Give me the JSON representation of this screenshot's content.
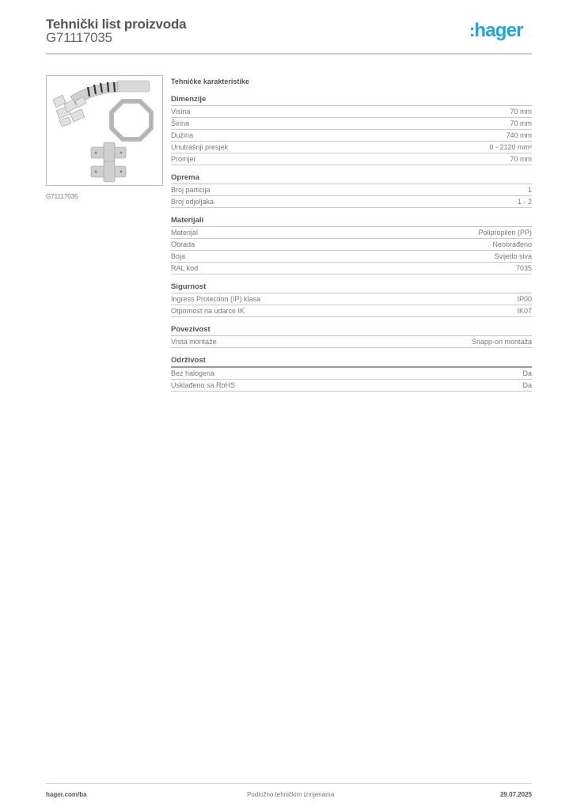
{
  "header": {
    "title": "Tehnički list proizvoda",
    "product_code": "G71117035",
    "logo_colon": ":",
    "logo_text": "hager",
    "brand_color": "#1ba7e0"
  },
  "product_image": {
    "caption": "G71117035",
    "alt": "Fleksibilni spiralni kanal sa pregradama i stezaljkama"
  },
  "specs": {
    "title": "Tehničke karakteristike",
    "groups": [
      {
        "name": "Dimenzije",
        "rows": [
          {
            "label": "Visina",
            "value": "70 mm"
          },
          {
            "label": "Širina",
            "value": "70 mm"
          },
          {
            "label": "Dužina",
            "value": "740 mm"
          },
          {
            "label": "Unutrašnji presjek",
            "value": "0 - 2120 mm²"
          },
          {
            "label": "Promjer",
            "value": "70 mm"
          }
        ]
      },
      {
        "name": "Oprema",
        "rows": [
          {
            "label": "Broj particija",
            "value": "1"
          },
          {
            "label": "Broj odjeljaka",
            "value": "1 - 2"
          }
        ]
      },
      {
        "name": "Materijali",
        "rows": [
          {
            "label": "Materijal",
            "value": "Polipropilen (PP)"
          },
          {
            "label": "Obrada",
            "value": "Neobrađeno"
          },
          {
            "label": "Boja",
            "value": "Svijetlo siva"
          },
          {
            "label": "RAL kod",
            "value": "7035"
          }
        ]
      },
      {
        "name": "Sigurnost",
        "rows": [
          {
            "label": "Ingress Protection (IP) klasa",
            "value": "IP00"
          },
          {
            "label": "Otpornost na udarce IK",
            "value": "IK07"
          }
        ]
      },
      {
        "name": "Povezivost",
        "rows": [
          {
            "label": "Vrsta montaže",
            "value": "Snapp-on montaža"
          }
        ]
      },
      {
        "name": "Održivost",
        "rows": [
          {
            "label": "Bez halogena",
            "value": "Da"
          },
          {
            "label": "Usklađeno sa RoHS",
            "value": "Da"
          }
        ]
      }
    ]
  },
  "footer": {
    "website": "hager.com/ba",
    "notice": "Podložno tehničkim izmjenama",
    "date": "29.07.2025"
  }
}
